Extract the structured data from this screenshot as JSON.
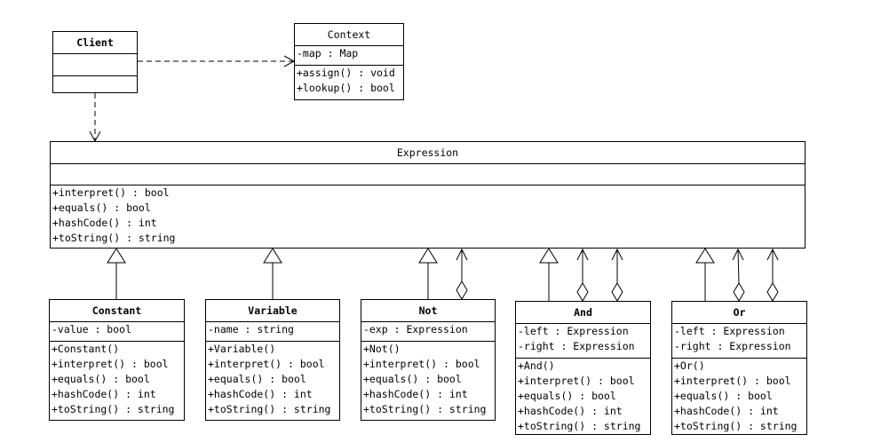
{
  "classes": {
    "client": {
      "name": "Client",
      "attributes": [],
      "methods": []
    },
    "context": {
      "name": "Context",
      "attributes": [
        "-map : Map"
      ],
      "methods": [
        "+assign() : void",
        "+lookup() : bool"
      ]
    },
    "expression": {
      "name": "Expression",
      "attributes": [],
      "methods": [
        "+interpret() : bool",
        "+equals() : bool",
        "+hashCode() : int",
        "+toString() : string"
      ]
    },
    "constant": {
      "name": "Constant",
      "attributes": [
        "-value : bool"
      ],
      "methods": [
        "+Constant()",
        "+interpret() : bool",
        "+equals() : bool",
        "+hashCode() : int",
        "+toString() : string"
      ]
    },
    "variable": {
      "name": "Variable",
      "attributes": [
        "-name : string"
      ],
      "methods": [
        "+Variable()",
        "+interpret() : bool",
        "+equals() : bool",
        "+hashCode() : int",
        "+toString() : string"
      ]
    },
    "not": {
      "name": "Not",
      "attributes": [
        "-exp : Expression"
      ],
      "methods": [
        "+Not()",
        "+interpret() : bool",
        "+equals() : bool",
        "+hashCode() : int",
        "+toString() : string"
      ]
    },
    "and": {
      "name": "And",
      "attributes": [
        "-left : Expression",
        "-right : Expression"
      ],
      "methods": [
        "+And()",
        "+interpret() : bool",
        "+equals() : bool",
        "+hashCode() : int",
        "+toString() : string"
      ]
    },
    "or": {
      "name": "Or",
      "attributes": [
        "-left : Expression",
        "-right : Expression"
      ],
      "methods": [
        "+Or()",
        "+interpret() : bool",
        "+equals() : bool",
        "+hashCode() : int",
        "+toString() : string"
      ]
    }
  },
  "relationships": [
    {
      "type": "dependency",
      "from": "Client",
      "to": "Context"
    },
    {
      "type": "dependency",
      "from": "Client",
      "to": "Expression"
    },
    {
      "type": "generalization",
      "from": "Constant",
      "to": "Expression"
    },
    {
      "type": "generalization",
      "from": "Variable",
      "to": "Expression"
    },
    {
      "type": "generalization",
      "from": "Not",
      "to": "Expression"
    },
    {
      "type": "generalization",
      "from": "And",
      "to": "Expression"
    },
    {
      "type": "generalization",
      "from": "Or",
      "to": "Expression"
    },
    {
      "type": "aggregation",
      "from": "Not",
      "to": "Expression"
    },
    {
      "type": "aggregation",
      "from": "And",
      "to": "Expression"
    },
    {
      "type": "aggregation",
      "from": "And",
      "to": "Expression"
    },
    {
      "type": "aggregation",
      "from": "Or",
      "to": "Expression"
    },
    {
      "type": "aggregation",
      "from": "Or",
      "to": "Expression"
    }
  ]
}
